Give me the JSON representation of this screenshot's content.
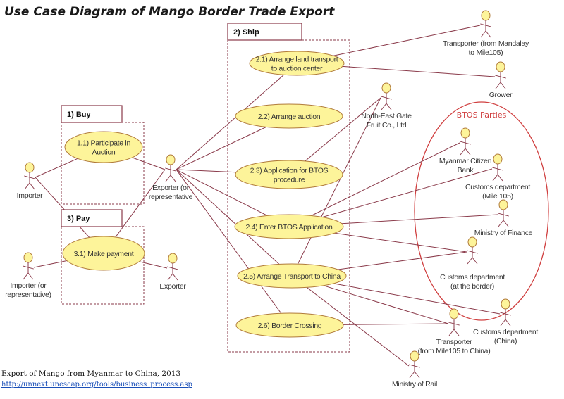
{
  "title": "Use Case Diagram of Mango Border Trade Export",
  "colors": {
    "line": "#8a3a4a",
    "usecase_fill": "#fdf49a",
    "usecase_stroke": "#b07a3a",
    "actor_head_fill": "#fdf49a",
    "actor_stroke": "#8a3a4a",
    "package_border": "#8a3a4a",
    "btos_boundary": "#d04040"
  },
  "packages": [
    {
      "id": "buy",
      "label": "1) Buy"
    },
    {
      "id": "ship",
      "label": "2) Ship"
    },
    {
      "id": "pay",
      "label": "3) Pay"
    }
  ],
  "use_cases": [
    {
      "id": "uc11",
      "lines": [
        "1.1) Participate in",
        "Auction"
      ]
    },
    {
      "id": "uc21",
      "lines": [
        "2.1) Arrange land transport",
        "to auction center"
      ]
    },
    {
      "id": "uc22",
      "lines": [
        "2.2) Arrange auction"
      ]
    },
    {
      "id": "uc23",
      "lines": [
        "2.3) Application for BTOS",
        "procedure"
      ]
    },
    {
      "id": "uc24",
      "lines": [
        "2.4) Enter BTOS Application"
      ]
    },
    {
      "id": "uc25",
      "lines": [
        "2.5) Arrange Transport to China"
      ]
    },
    {
      "id": "uc26",
      "lines": [
        "2.6) Border Crossing"
      ]
    },
    {
      "id": "uc31",
      "lines": [
        "3.1) Make payment"
      ]
    }
  ],
  "actors": [
    {
      "id": "importer",
      "lines": [
        "Importer"
      ]
    },
    {
      "id": "importer_rep",
      "lines": [
        "Importer (or",
        "representative)"
      ]
    },
    {
      "id": "exporter_rep",
      "lines": [
        "Exporter (or",
        "representative"
      ]
    },
    {
      "id": "exporter",
      "lines": [
        "Exporter"
      ]
    },
    {
      "id": "transporter_mandalay",
      "lines": [
        "Transporter (from Mandalay",
        "to Mile105)"
      ]
    },
    {
      "id": "grower",
      "lines": [
        "Grower"
      ]
    },
    {
      "id": "negate",
      "lines": [
        "North-East Gate",
        "Fruit Co., Ltd"
      ]
    },
    {
      "id": "mcb",
      "lines": [
        "Myanmar Citizen",
        "Bank"
      ]
    },
    {
      "id": "customs_mile105",
      "lines": [
        "Customs  department",
        "(Mile 105)"
      ]
    },
    {
      "id": "mof",
      "lines": [
        "Ministry of Finance"
      ]
    },
    {
      "id": "customs_border",
      "lines": [
        "Customs  department",
        "(at the border)"
      ]
    },
    {
      "id": "customs_china",
      "lines": [
        "Customs department",
        "(China)"
      ]
    },
    {
      "id": "transporter_china",
      "lines": [
        "Transporter",
        "(from Mile105 to China)"
      ]
    },
    {
      "id": "ministry_rail",
      "lines": [
        "Ministry of Rail"
      ]
    }
  ],
  "btos_group": {
    "label": "BTOS Parties",
    "members": [
      "mcb",
      "customs_mile105",
      "mof",
      "customs_border"
    ]
  },
  "associations": [
    [
      "importer",
      "uc11"
    ],
    [
      "importer",
      "uc31"
    ],
    [
      "importer_rep",
      "uc31"
    ],
    [
      "exporter_rep",
      "uc11"
    ],
    [
      "exporter_rep",
      "uc31"
    ],
    [
      "exporter_rep",
      "uc21"
    ],
    [
      "exporter_rep",
      "uc22"
    ],
    [
      "exporter_rep",
      "uc23"
    ],
    [
      "exporter_rep",
      "uc24"
    ],
    [
      "exporter_rep",
      "uc25"
    ],
    [
      "exporter_rep",
      "uc26"
    ],
    [
      "exporter",
      "uc31"
    ],
    [
      "transporter_mandalay",
      "uc21"
    ],
    [
      "grower",
      "uc21"
    ],
    [
      "negate",
      "uc23"
    ],
    [
      "negate",
      "uc25"
    ],
    [
      "mcb",
      "uc24"
    ],
    [
      "customs_mile105",
      "uc24"
    ],
    [
      "mof",
      "uc24"
    ],
    [
      "customs_border",
      "uc24"
    ],
    [
      "customs_border",
      "uc25"
    ],
    [
      "customs_china",
      "uc25"
    ],
    [
      "transporter_china",
      "uc25"
    ],
    [
      "ministry_rail",
      "uc25"
    ],
    [
      "transporter_china",
      "uc26"
    ]
  ],
  "footer": {
    "caption": "Export of Mango from Myanmar to China, 2013",
    "link": "http://unnext.unescap.org/tools/business_process.asp"
  }
}
